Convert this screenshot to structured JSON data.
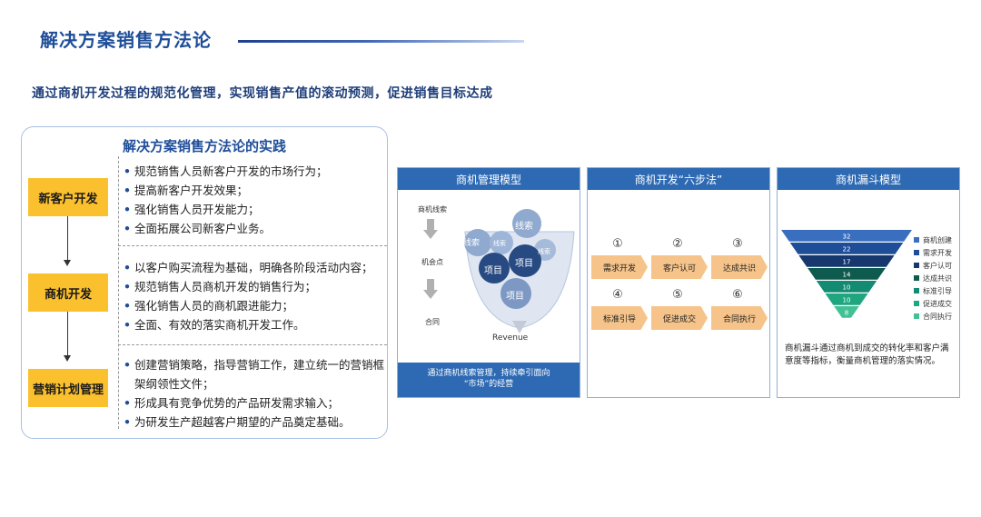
{
  "header": {
    "title": "解决方案销售方法论",
    "subtitle": "通过商机开发过程的规范化管理，实现销售产值的滚动预测，促进销售目标达成"
  },
  "practice": {
    "title": "解决方案销售方法论的实践",
    "stages": [
      {
        "label": "新客户开发",
        "bullets": [
          "规范销售人员新客户开发的市场行为；",
          "提高新客户开发效果；",
          "强化销售人员开发能力；",
          "全面拓展公司新客户业务。"
        ]
      },
      {
        "label": "商机开发",
        "bullets": [
          "以客户购买流程为基础，明确各阶段活动内容；",
          "规范销售人员商机开发的销售行为；",
          "强化销售人员的商机跟进能力；",
          "全面、有效的落实商机开发工作。"
        ]
      },
      {
        "label": "营销计划管理",
        "bullets": [
          "创建营销策略，指导营销工作，建立统一的营销框架纲领性文件；",
          "形成具有竞争优势的产品研发需求输入；",
          "为研发生产超越客户期望的产品奠定基础。"
        ]
      }
    ]
  },
  "model": {
    "header": "商机管理模型",
    "left_labels": [
      "商机线索",
      "机会点",
      "合同"
    ],
    "bubbles": [
      "线索",
      "线索",
      "线索",
      "线索",
      "项目",
      "项目",
      "项目"
    ],
    "revenue": "Revenue",
    "footer": [
      "通过商机线索管理，持续牵引面向",
      "“市场”的经营"
    ]
  },
  "six_steps": {
    "header": "商机开发“六步法”",
    "steps": [
      {
        "num": "①",
        "label": "需求开发"
      },
      {
        "num": "②",
        "label": "客户认可"
      },
      {
        "num": "③",
        "label": "达成共识"
      },
      {
        "num": "④",
        "label": "标准引导"
      },
      {
        "num": "⑤",
        "label": "促进成交"
      },
      {
        "num": "⑥",
        "label": "合同执行"
      }
    ]
  },
  "funnel": {
    "header": "商机漏斗模型",
    "layers": [
      {
        "value": "32",
        "color": "#3a6fc0"
      },
      {
        "value": "22",
        "color": "#1f4e99"
      },
      {
        "value": "17",
        "color": "#16386e"
      },
      {
        "value": "14",
        "color": "#0f5a4e"
      },
      {
        "value": "10",
        "color": "#138a72"
      },
      {
        "value": "10",
        "color": "#1fa57f"
      },
      {
        "value": "8",
        "color": "#43c195"
      }
    ],
    "legend": [
      "商机创建",
      "需求开发",
      "客户认可",
      "达成共识",
      "标准引导",
      "促进成交",
      "合同执行"
    ],
    "description": "商机漏斗通过商机到成交的转化率和客户满意度等指标，衡量商机管理的落实情况。"
  }
}
